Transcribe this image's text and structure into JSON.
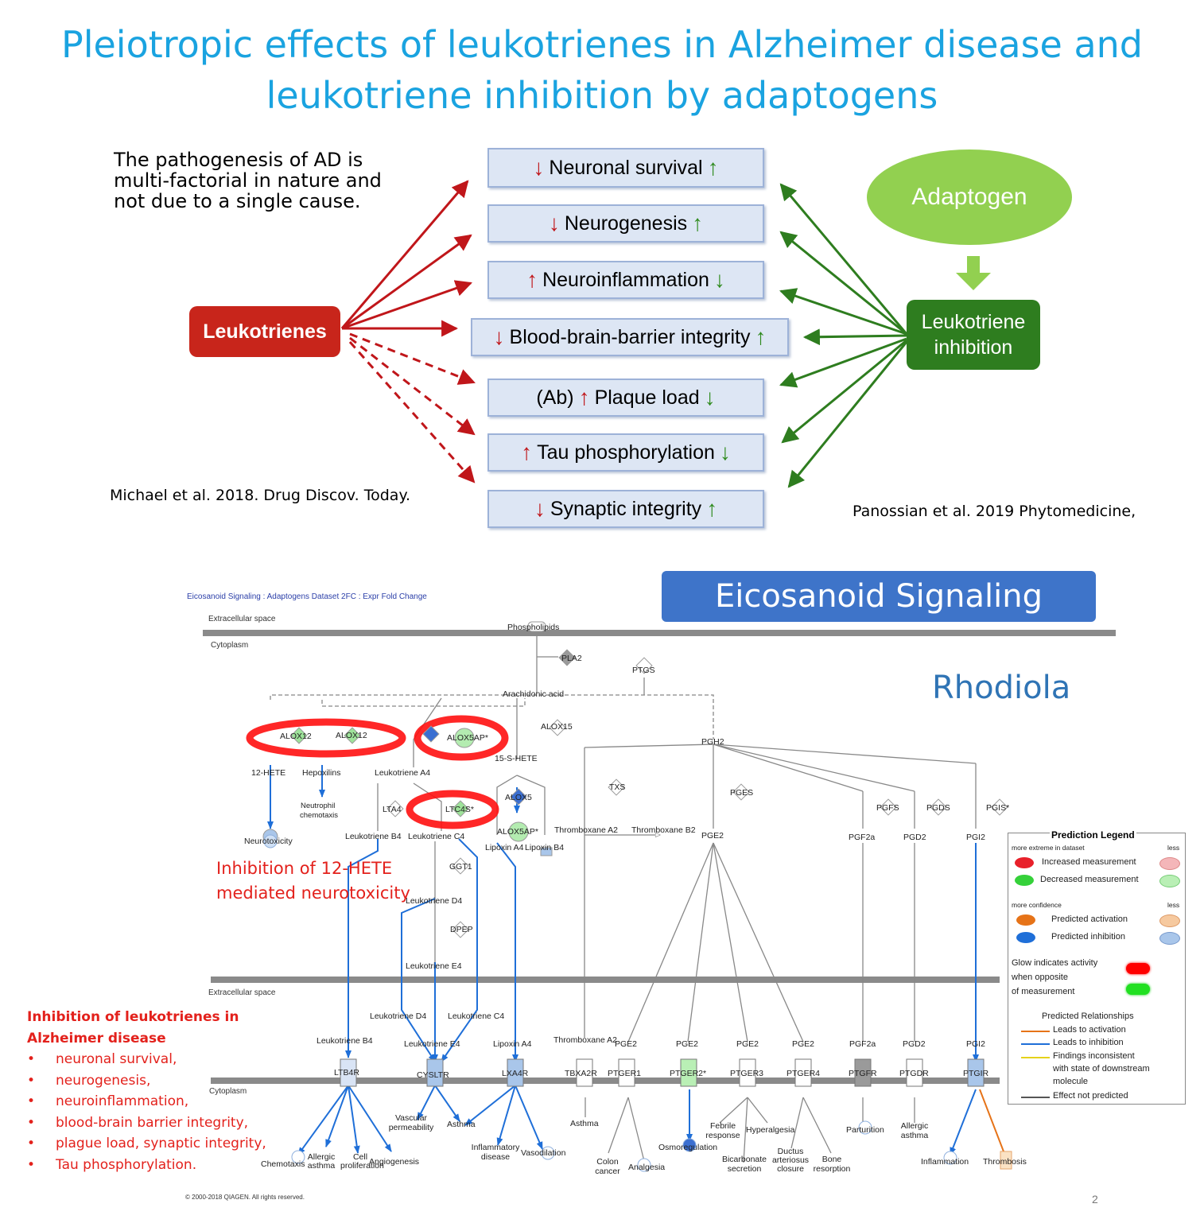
{
  "title": {
    "line1": "Pleiotropic effects of leukotrienes in Alzheimer disease and",
    "line2": "leukotriene inhibition by adaptogens"
  },
  "intro": {
    "line1": "The pathogenesis of AD is",
    "line2": "multi-factorial in nature and",
    "line3": "not due to a single cause."
  },
  "citations": {
    "left": "Michael et al. 2018. Drug Discov. Today.",
    "right": "Panossian et al. 2019 Phytomedicine,"
  },
  "nodes": {
    "leukotrienes": "Leukotrienes",
    "adaptogen": "Adaptogen",
    "leuko_inhibition_1": "Leukotriene",
    "leuko_inhibition_2": "inhibition"
  },
  "effects": [
    {
      "prefix": "",
      "label": "Neuronal survival"
    },
    {
      "prefix": "",
      "label": "Neurogenesis"
    },
    {
      "prefix": "",
      "label": "Neuroinflammation"
    },
    {
      "prefix": "",
      "label": "Blood-brain-barrier integrity"
    },
    {
      "prefix": "(Ab)",
      "label": "Plaque load"
    },
    {
      "prefix": "",
      "label": "Tau phosphorylation"
    },
    {
      "prefix": "",
      "label": "Synaptic integrity"
    }
  ],
  "pathway": {
    "banner": "Eicosanoid Signaling",
    "species": "Rhodiola",
    "header": "Eicosanoid Signaling : Adaptogens Dataset 2FC : Expr Fold Change",
    "extracellular": "Extracellular space",
    "cytoplasm": "Cytoplasm",
    "copyright": "© 2000-2018 QIAGEN. All rights reserved.",
    "note_1": "Inhibition of 12-HETE",
    "note_2": "mediated neurotoxicity",
    "labels": {
      "phospholipids": "Phospholipids",
      "pla2": "PLA2",
      "ptgs": "PTGS",
      "arachidonic": "Arachidonic acid",
      "alox12a": "ALOX12",
      "alox12b": "ALOX12",
      "alox5ap": "ALOX5AP*",
      "alox15": "ALOX15",
      "hete15": "15-S-HETE",
      "hete12": "12-HETE",
      "hepoxilins": "Hepoxilins",
      "lta4": "Leukotriene A4",
      "lta4h": "LTA4",
      "ltc4s": "LTC4S*",
      "alox5": "ALOX5",
      "alox5ap2": "ALOX5AP*",
      "neut1": "Neutrophil",
      "neut2": "chemotaxis",
      "neurotox": "Neurotoxicity",
      "ltb4": "Leukotriene B4",
      "ltc4": "Leukotriene C4",
      "lxa4": "Lipoxin A4",
      "lxb4": "Lipoxin B4",
      "txa2": "Thromboxane A2",
      "txb2": "Thromboxane B2",
      "ggt1": "GGT1",
      "ltd4": "Leukotriene D4",
      "dpep": "DPEP",
      "lte4": "Leukotriene E4",
      "pgh2": "PGH2",
      "txs": "TXS",
      "pges": "PGES",
      "pgfs": "PGFS",
      "pgds": "PGDS",
      "pgis": "PGIS*",
      "pge2": "PGE2",
      "pgf2a": "PGF2a",
      "pgd2": "PGD2",
      "pgi2": "PGI2",
      "ltd4b": "Leukotriene D4",
      "ltc4b": "Leukotriene C4",
      "ltb4b": "Leukotriene B4",
      "lte4b": "Leukotriene E4",
      "lxa4b": "Lipoxin A4",
      "txa2b": "Thromboxane A2",
      "rec_ltb4r": "LTB4R",
      "rec_cysltr": "CYSLTR",
      "rec_lxa4r": "LXA4R",
      "rec_tbxa2r": "TBXA2R",
      "rec_ptger1": "PTGER1",
      "rec_ptger2": "PTGER2*",
      "rec_ptger3": "PTGER3",
      "rec_ptger4": "PTGER4",
      "rec_ptgfr": "PTGFR",
      "rec_ptgdr": "PTGDR",
      "rec_ptgir": "PTGIR",
      "out_chemotaxis": "Chemotaxis",
      "out_allergic1": "Allergic asthma",
      "out_cell": "Cell proliferation",
      "out_angio": "Angiogenesis",
      "out_vascular": "Vascular permeability",
      "out_asthma": "Asthma",
      "out_inflam_dis": "Inflammatory disease",
      "out_vasodil": "Vasodilation",
      "out_asthma2": "Asthma",
      "out_colon": "Colon cancer",
      "out_analgesia": "Analgesia",
      "out_osmo": "Osmoregulation",
      "out_febrile": "Febrile response",
      "out_hyperalg": "Hyperalgesia",
      "out_bicarb": "Bicarbonate secretion",
      "out_ductus": "Ductus arteriosus closure",
      "out_bone": "Bone resorption",
      "out_partur": "Parturition",
      "out_allergic2": "Allergic asthma",
      "out_inflammation": "Inflammation",
      "out_thromb": "Thrombosis"
    }
  },
  "legend": {
    "title": "Prediction Legend",
    "extreme": "more extreme in dataset",
    "less": "less",
    "increased": "Increased measurement",
    "decreased": "Decreased measurement",
    "confidence": "more confidence",
    "less2": "less",
    "pred_act": "Predicted activation",
    "pred_inh": "Predicted inhibition",
    "glow1": "Glow indicates activity",
    "glow2": "when opposite",
    "glow3": "of measurement",
    "rel_title": "Predicted Relationships",
    "rel_act": "Leads to activation",
    "rel_inh": "Leads to inhibition",
    "rel_incons1": "Findings inconsistent",
    "rel_incons2": "with state of downstream",
    "rel_incons3": "molecule",
    "rel_none": "Effect not predicted",
    "colors": {
      "increased": "#e8202a",
      "increased_less": "#f4b6b9",
      "decreased": "#35d13a",
      "decreased_less": "#b9efb5",
      "act": "#e67318",
      "act_less": "#f6c99f",
      "inh": "#1f6fd8",
      "inh_less": "#a9c6ea",
      "glow_red": "#ff0000",
      "glow_green": "#21e021"
    }
  },
  "inhibition_list": {
    "heading_1": "Inhibition of leukotrienes  in",
    "heading_2": "Alzheimer disease",
    "items": [
      "neuronal survival,",
      "neurogenesis,",
      "neuroinflammation,",
      "blood-brain barrier integrity,",
      "plague load, synaptic integrity,",
      "Tau phosphorylation."
    ]
  },
  "page_number": "2"
}
